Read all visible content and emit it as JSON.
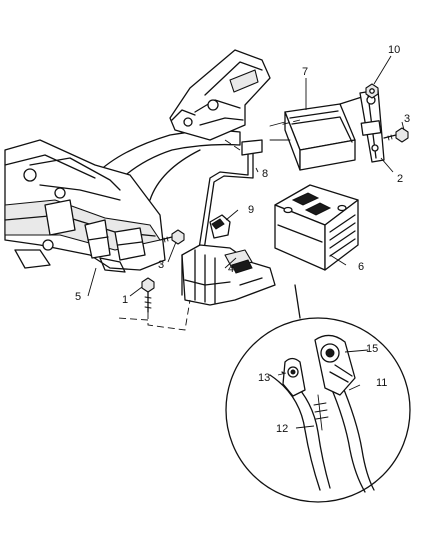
{
  "callouts": {
    "c1": "1",
    "c2": "2",
    "c3a": "3",
    "c3b": "3",
    "c4": "4",
    "c5": "5",
    "c6": "6",
    "c7": "7",
    "c8": "8",
    "c9": "9",
    "c10": "10",
    "c11": "11",
    "c12": "12",
    "c13": "13",
    "c15": "15"
  }
}
